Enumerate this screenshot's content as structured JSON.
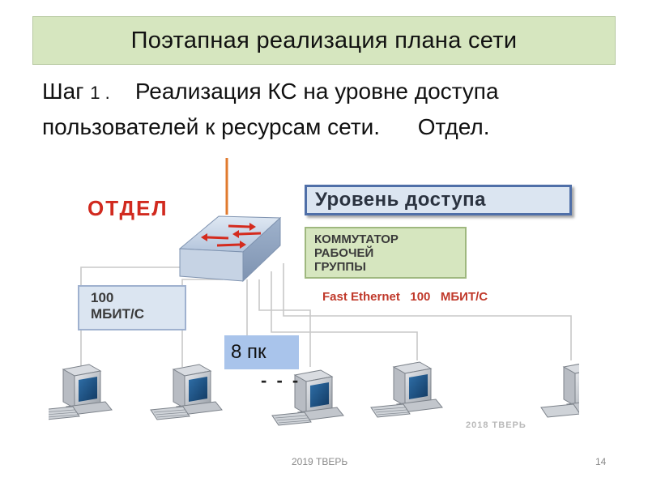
{
  "slide": {
    "title": "Поэтапная реализация плана сети",
    "subtitle_line1_prefix": "Шаг ",
    "subtitle_step_number": "1 .",
    "subtitle_line1_rest": "Реализация КС на уровне доступа",
    "subtitle_line2": "пользователей к ресурсам сети.      Отдел.",
    "footer_year": "2019 ТВЕРЬ",
    "page_number": "14"
  },
  "diagram": {
    "department_label": "ОТДЕЛ",
    "access_level_label": "Уровень доступа",
    "switch_label_lines": [
      "КОММУТАТОР",
      "РАБОЧЕЙ",
      "ГРУППЫ"
    ],
    "speed_label_lines": [
      "100",
      "МБИТ/С"
    ],
    "fast_ethernet_label": "Fast Ethernet   100   МБИТ/С",
    "pc_count_label": "8 пк",
    "ellipsis": "- - -",
    "watermark": "2018 ТВЕРЬ",
    "icons": [
      "network-switch-icon",
      "desktop-computer-icon"
    ],
    "colors": {
      "title_bg": "#d6e6bf",
      "department_red": "#d12a1f",
      "uplink_orange": "#e07a2e",
      "switch_blue": "#aebfd6",
      "arrow_red": "#d42b1e"
    }
  }
}
